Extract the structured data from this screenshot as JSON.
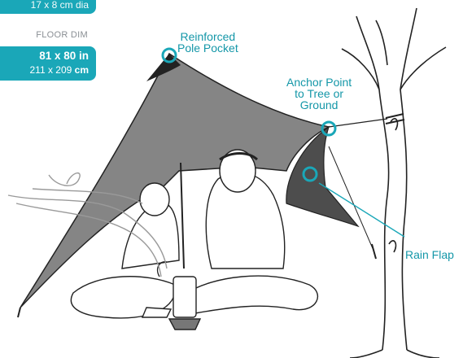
{
  "specs": {
    "pack_size": "17 x 8 cm dia",
    "floor_label": "FLOOR DIM",
    "floor_imperial": "81 x 80 in",
    "floor_metric_value": "211 x 209",
    "floor_metric_unit": "cm"
  },
  "callouts": {
    "pole_pocket_line1": "Reinforced",
    "pole_pocket_line2": "Pole Pocket",
    "anchor_line1": "Anchor Point",
    "anchor_line2": "to Tree or",
    "anchor_line3": "Ground",
    "rain_flap": "Rain Flap"
  },
  "colors": {
    "accent": "#1aa7b8",
    "tarp": "#858585",
    "rain_flap": "#4d4d4d",
    "outline": "#222222"
  }
}
